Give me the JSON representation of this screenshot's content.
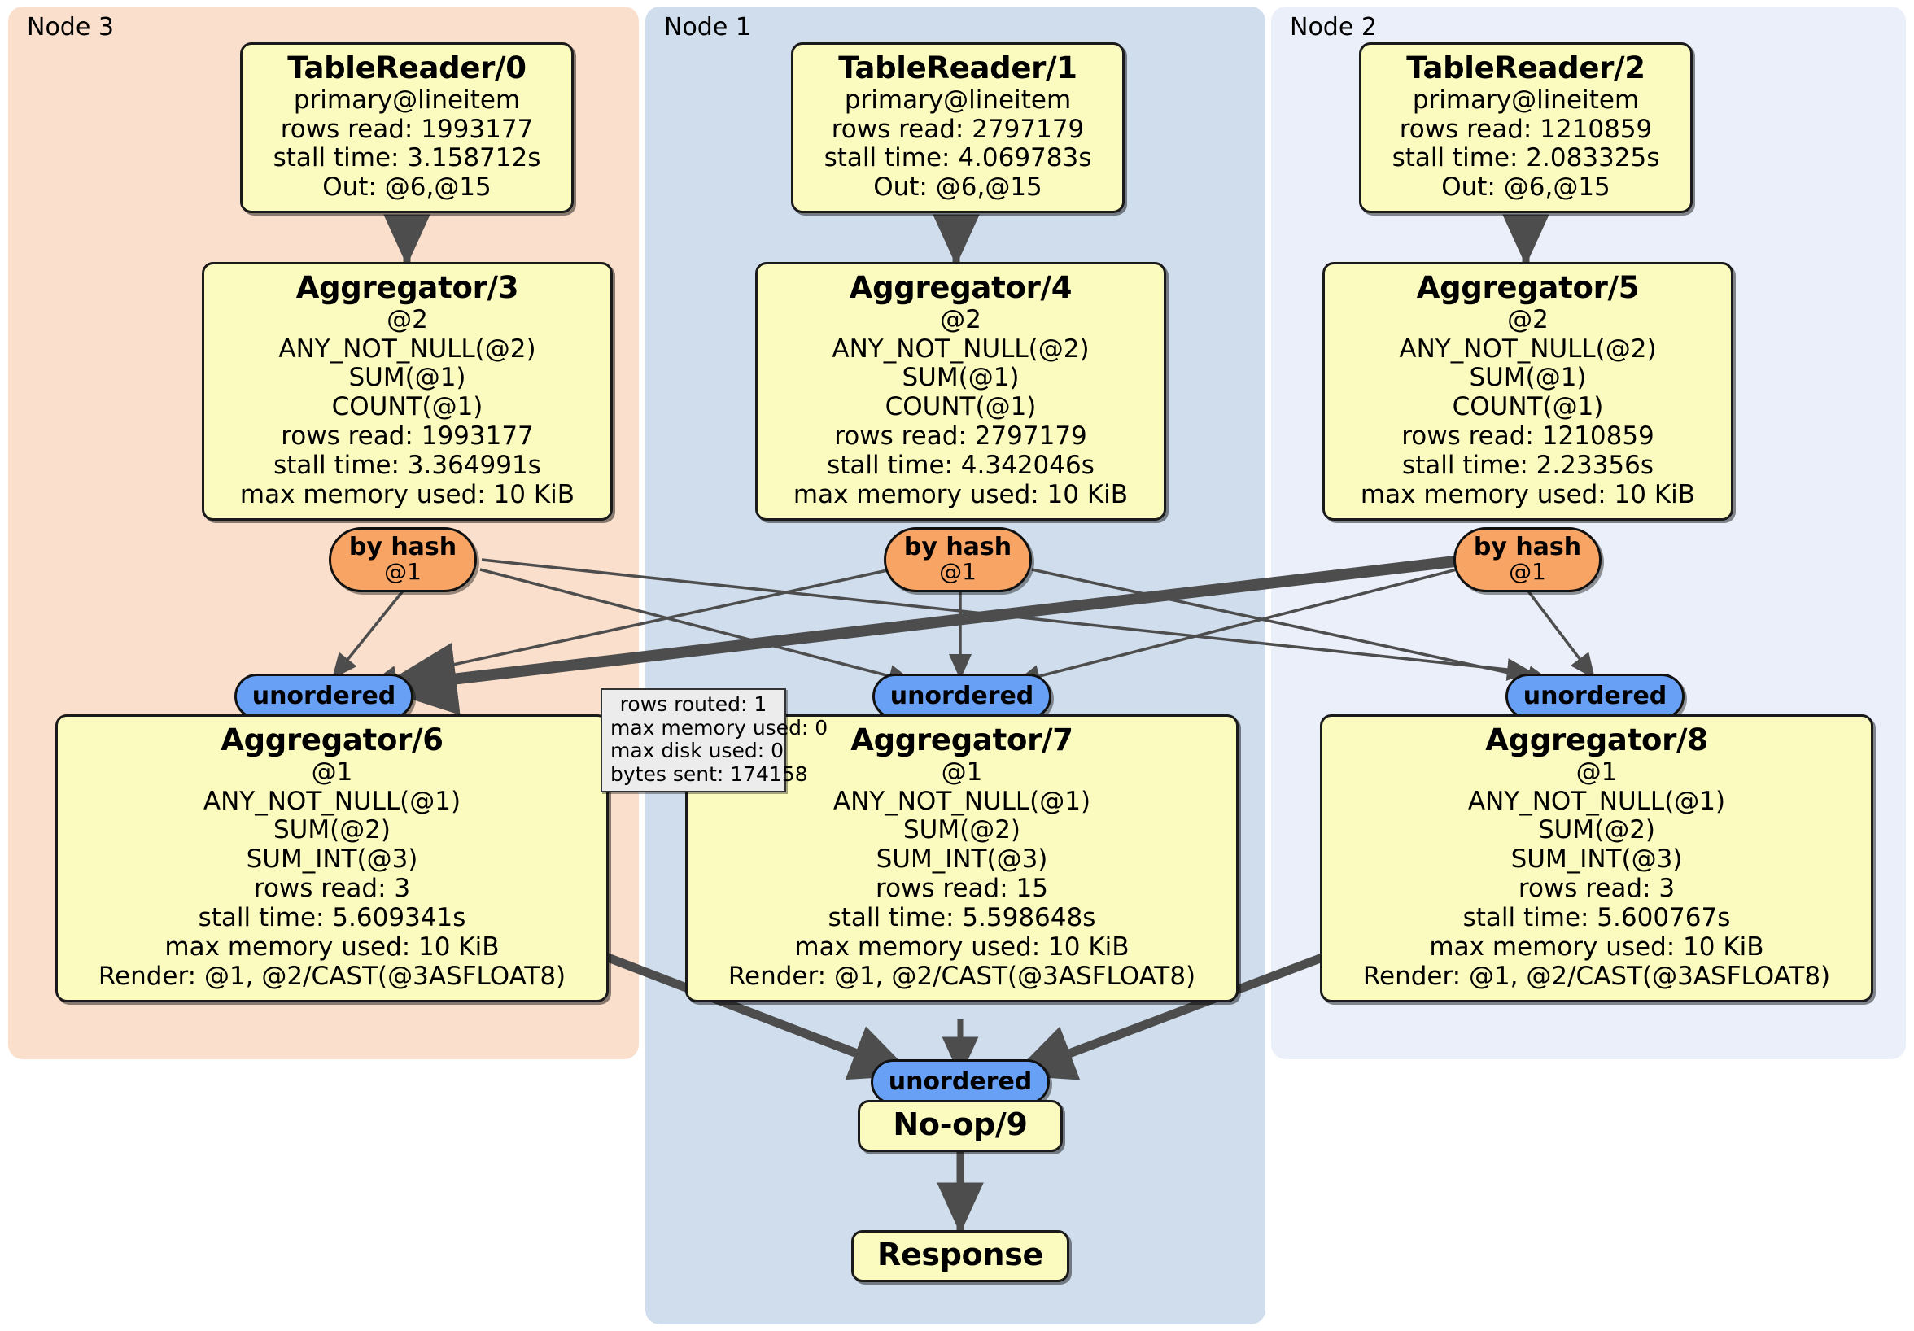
{
  "diagram": {
    "title": "distributed query execution plan",
    "colors": {
      "node3_panel": "#fadfcc",
      "node1_panel": "#cfdded",
      "node2_panel": "#eaeff9",
      "processor_box": "#fbfbbf",
      "router": "#f7a464",
      "synchronizer": "#68a0f5",
      "stats_box": "#ececec",
      "edge": "#4d4d4d"
    }
  },
  "clusters": [
    {
      "id": "node3",
      "label": "Node 3",
      "color": "#fadfcc"
    },
    {
      "id": "node1",
      "label": "Node 1",
      "color": "#cfdded"
    },
    {
      "id": "node2",
      "label": "Node 2",
      "color": "#eaeff9"
    }
  ],
  "processors": {
    "tablereader0": {
      "title": "TableReader/0",
      "lines": [
        "primary@lineitem",
        "rows read: 1993177",
        "stall time: 3.158712s",
        "Out: @6,@15"
      ]
    },
    "tablereader1": {
      "title": "TableReader/1",
      "lines": [
        "primary@lineitem",
        "rows read: 2797179",
        "stall time: 4.069783s",
        "Out: @6,@15"
      ]
    },
    "tablereader2": {
      "title": "TableReader/2",
      "lines": [
        "primary@lineitem",
        "rows read: 1210859",
        "stall time: 2.083325s",
        "Out: @6,@15"
      ]
    },
    "aggregator3": {
      "title": "Aggregator/3",
      "lines": [
        "@2",
        "ANY_NOT_NULL(@2)",
        "SUM(@1)",
        "COUNT(@1)",
        "rows read: 1993177",
        "stall time: 3.364991s",
        "max memory used: 10 KiB"
      ]
    },
    "aggregator4": {
      "title": "Aggregator/4",
      "lines": [
        "@2",
        "ANY_NOT_NULL(@2)",
        "SUM(@1)",
        "COUNT(@1)",
        "rows read: 2797179",
        "stall time: 4.342046s",
        "max memory used: 10 KiB"
      ]
    },
    "aggregator5": {
      "title": "Aggregator/5",
      "lines": [
        "@2",
        "ANY_NOT_NULL(@2)",
        "SUM(@1)",
        "COUNT(@1)",
        "rows read: 1210859",
        "stall time: 2.23356s",
        "max memory used: 10 KiB"
      ]
    },
    "aggregator6": {
      "title": "Aggregator/6",
      "lines": [
        "@1",
        "ANY_NOT_NULL(@1)",
        "SUM(@2)",
        "SUM_INT(@3)",
        "rows read: 3",
        "stall time: 5.609341s",
        "max memory used: 10 KiB",
        "Render: @1, @2/CAST(@3ASFLOAT8)"
      ]
    },
    "aggregator7": {
      "title": "Aggregator/7",
      "lines": [
        "@1",
        "ANY_NOT_NULL(@1)",
        "SUM(@2)",
        "SUM_INT(@3)",
        "rows read: 15",
        "stall time: 5.598648s",
        "max memory used: 10 KiB",
        "Render: @1, @2/CAST(@3ASFLOAT8)"
      ]
    },
    "aggregator8": {
      "title": "Aggregator/8",
      "lines": [
        "@1",
        "ANY_NOT_NULL(@1)",
        "SUM(@2)",
        "SUM_INT(@3)",
        "rows read: 3",
        "stall time: 5.600767s",
        "max memory used: 10 KiB",
        "Render: @1, @2/CAST(@3ASFLOAT8)"
      ]
    },
    "noop9": {
      "title": "No-op/9",
      "lines": []
    },
    "response": {
      "title": "Response",
      "lines": []
    }
  },
  "routers": [
    {
      "id": "byhash3",
      "title": "by hash",
      "sub": "@1"
    },
    {
      "id": "byhash4",
      "title": "by hash",
      "sub": "@1"
    },
    {
      "id": "byhash5",
      "title": "by hash",
      "sub": "@1"
    }
  ],
  "synchronizers": [
    {
      "id": "unordered6",
      "label": "unordered"
    },
    {
      "id": "unordered7",
      "label": "unordered"
    },
    {
      "id": "unordered8",
      "label": "unordered"
    },
    {
      "id": "unordered9",
      "label": "unordered"
    }
  ],
  "stats_tooltip": {
    "lines": [
      "rows routed: 1",
      "max memory used: 0",
      "max disk used: 0",
      "bytes sent: 174158"
    ]
  }
}
